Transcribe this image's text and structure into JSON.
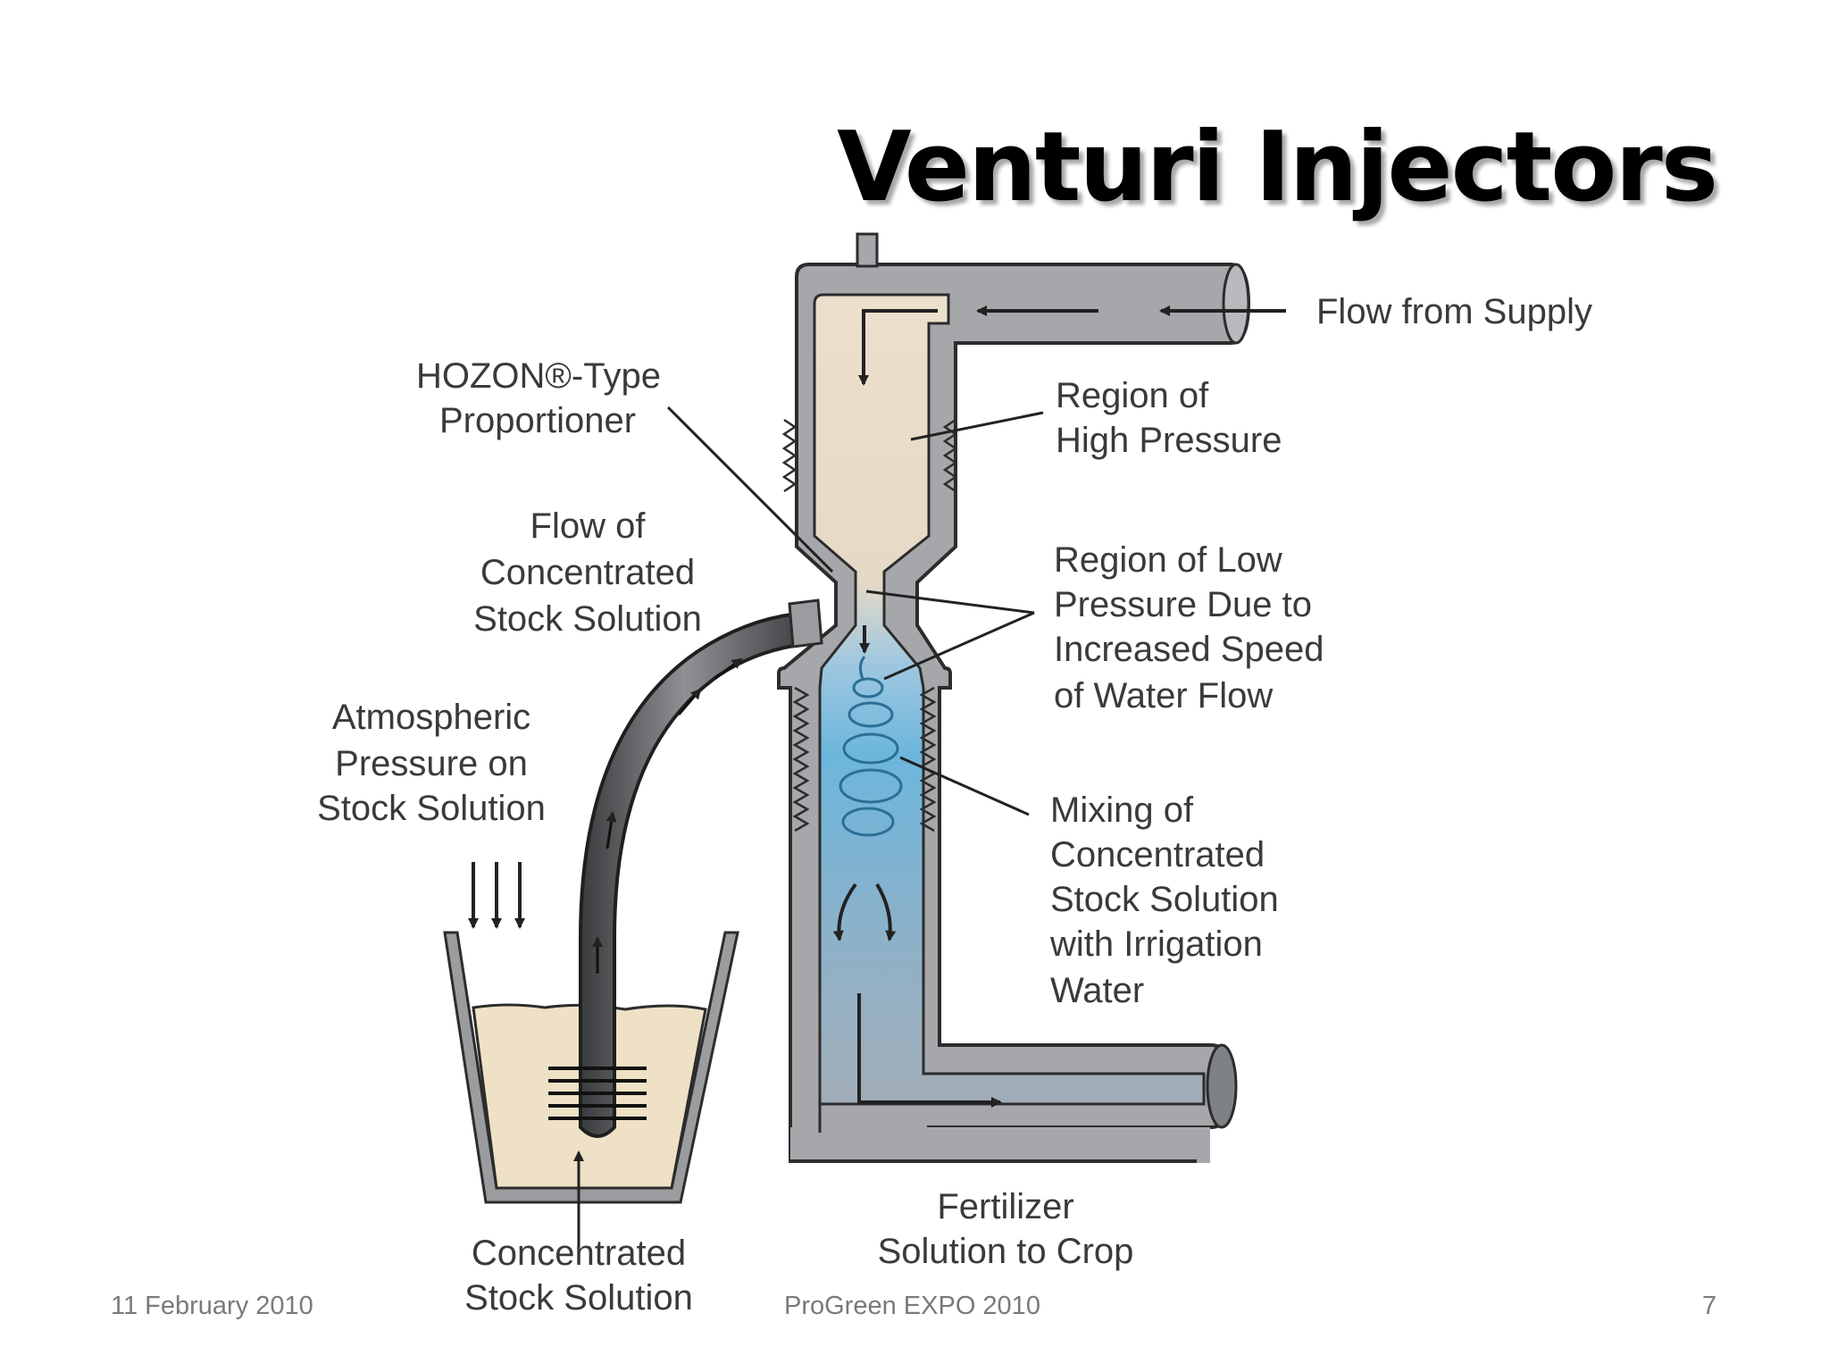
{
  "slide": {
    "title": "Venturi Injectors",
    "footer": {
      "date": "11 February 2010",
      "event": "ProGreen EXPO 2010",
      "page_number": "7"
    }
  },
  "diagram": {
    "labels": {
      "flow_from_supply": "Flow from Supply",
      "hozon_line1": "HOZON®-Type",
      "hozon_line2": "Proportioner",
      "high_line1": "Region of",
      "high_line2": "High Pressure",
      "flow_conc_line1": "Flow of",
      "flow_conc_line2": "Concentrated",
      "flow_conc_line3": "Stock Solution",
      "low_line1": "Region of Low",
      "low_line2": "Pressure Due to",
      "low_line3": "Increased Speed",
      "low_line4": "of Water Flow",
      "atm_line1": "Atmospheric",
      "atm_line2": "Pressure on",
      "atm_line3": "Stock Solution",
      "mix_line1": "Mixing of",
      "mix_line2": "Concentrated",
      "mix_line3": "Stock Solution",
      "mix_line4": "with Irrigation",
      "mix_line5": "Water",
      "fert_line1": "Fertilizer",
      "fert_line2": "Solution to Crop",
      "stock_line1": "Concentrated",
      "stock_line2": "Stock Solution"
    },
    "colors": {
      "pipe_gray": "#a6a8ab",
      "pipe_dark": "#5e6063",
      "stock_solution": "#efe1c6",
      "mixed_water": "#6fb7dc",
      "outline": "#2c2c2c"
    }
  }
}
